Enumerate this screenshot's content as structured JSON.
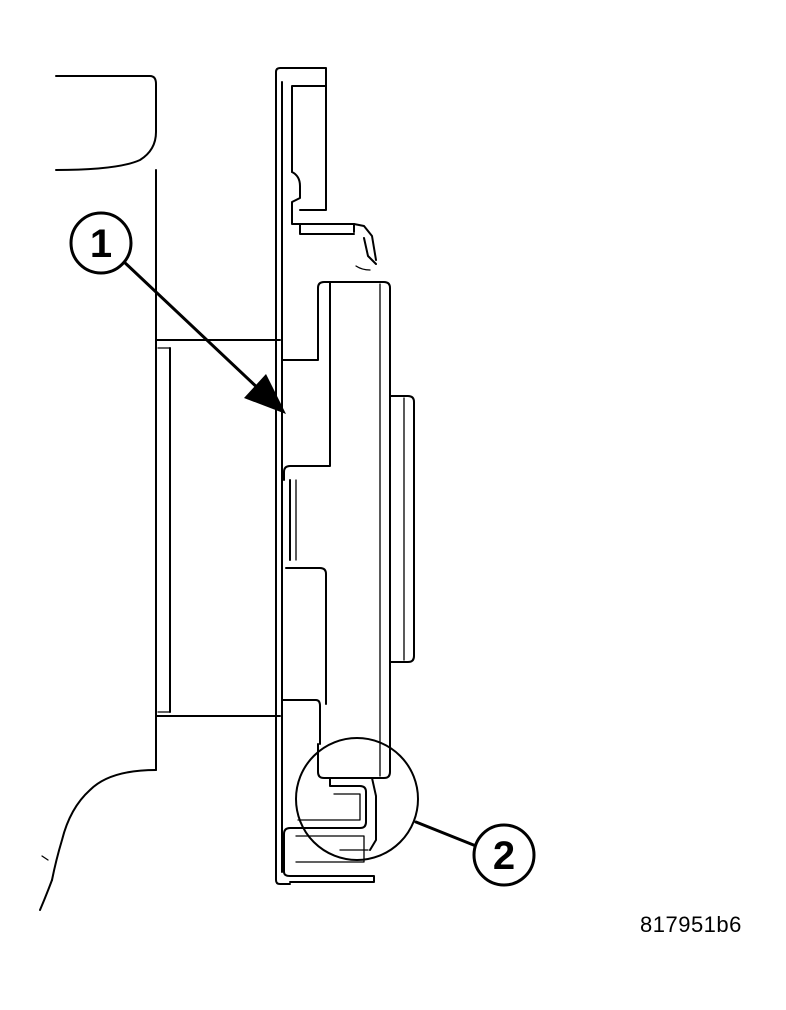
{
  "callouts": [
    {
      "label": "1"
    },
    {
      "label": "2"
    }
  ],
  "figure_id": "817951b6",
  "colors": {
    "line": "#000000",
    "background": "#ffffff"
  }
}
